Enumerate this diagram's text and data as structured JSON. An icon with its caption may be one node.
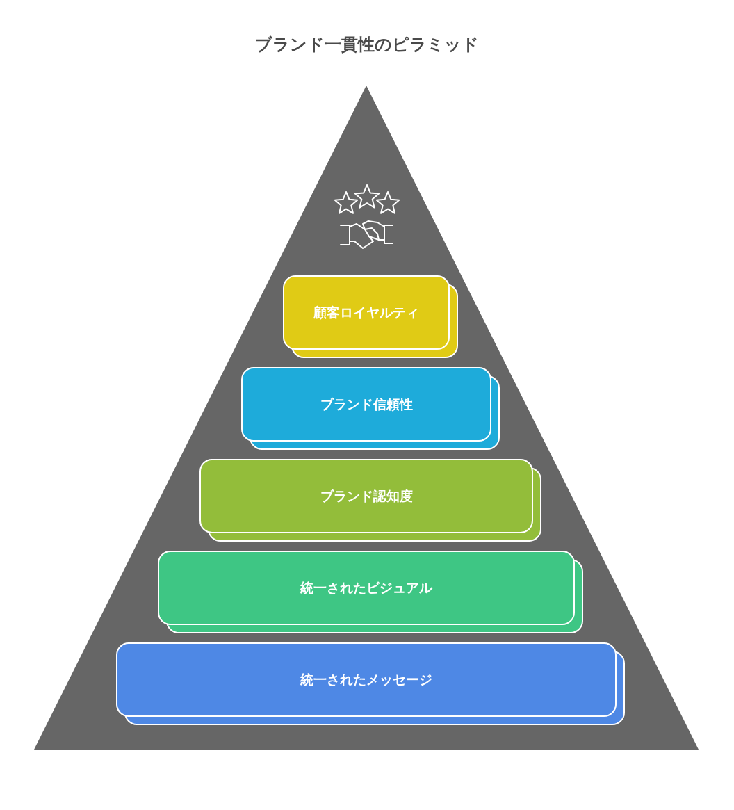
{
  "diagram": {
    "title": "ブランド一貫性のピラミッド",
    "nodes": [
      {
        "text": [
          "顧客ロイヤルティ"
        ]
      },
      {
        "text": [
          "ブランド信頼性"
        ]
      },
      {
        "text": [
          "ブランド認知度"
        ]
      },
      {
        "text": [
          "統一されたビジュアル"
        ]
      },
      {
        "text": [
          "統一されたメッセージ"
        ]
      }
    ]
  }
}
